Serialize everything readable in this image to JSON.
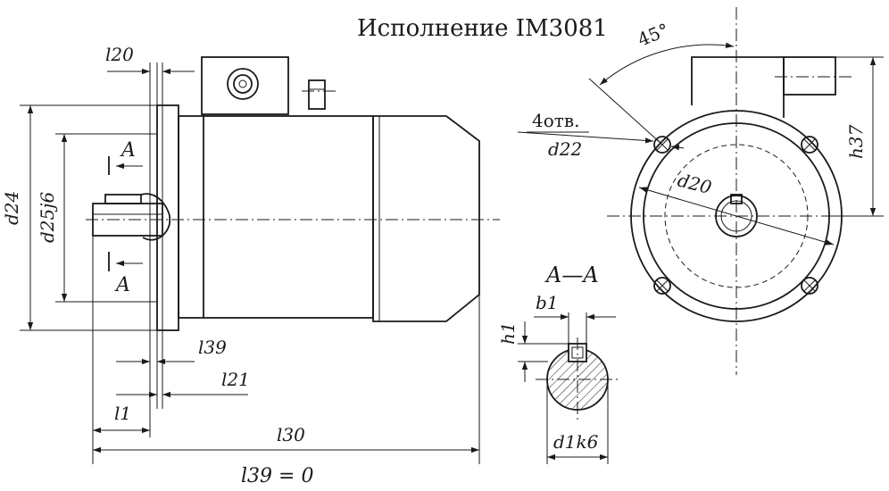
{
  "title": "Исполнение IM3081",
  "labels": {
    "l20": "l20",
    "d24": "d24",
    "d25": "d25j6",
    "sectionA": "A",
    "l39": "l39",
    "l21": "l21",
    "l1": "l1",
    "l30": "l30",
    "l39eq": "l39 = 0",
    "angle": "45°",
    "holes": "4отв.",
    "d22": "d22",
    "d20": "d20",
    "h37": "h37",
    "sectionTitle": "A—A",
    "b1": "b1",
    "h1": "h1",
    "d1k6": "d1k6"
  }
}
